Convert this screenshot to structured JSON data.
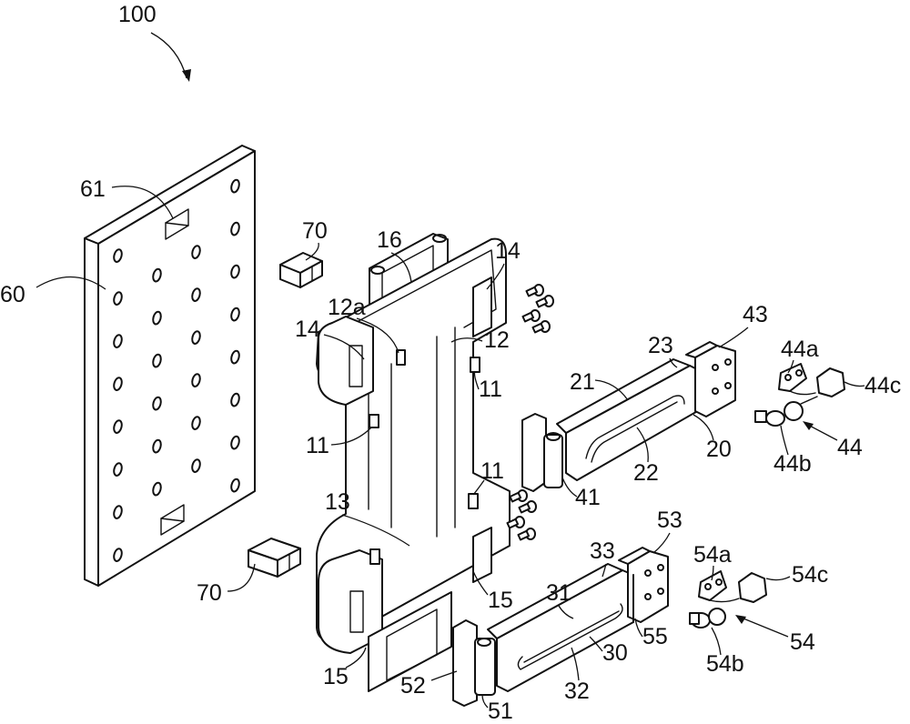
{
  "figure": {
    "title": "Exploded isometric view of assembly",
    "labels": {
      "l100": "100",
      "l61": "61",
      "l60": "60",
      "l70a": "70",
      "l70b": "70",
      "l16": "16",
      "l14a": "14",
      "l14b": "14",
      "l12a": "12a",
      "l12": "12",
      "l11a": "11",
      "l11b": "11",
      "l11c": "11",
      "l13": "13",
      "l15a": "15",
      "l15b": "15",
      "l43": "43",
      "l23": "23",
      "l21": "21",
      "l22": "22",
      "l20": "20",
      "l41": "41",
      "l44a": "44a",
      "l44b": "44b",
      "l44c": "44c",
      "l44": "44",
      "l53": "53",
      "l33": "33",
      "l31": "31",
      "l32": "32",
      "l30": "30",
      "l55": "55",
      "l51": "51",
      "l52": "52",
      "l54a": "54a",
      "l54b": "54b",
      "l54c": "54c",
      "l54": "54"
    },
    "components": [
      {
        "id": "60",
        "name": "perforated-plate"
      },
      {
        "id": "70",
        "name": "block"
      },
      {
        "id": "100",
        "name": "assembly"
      },
      {
        "id": "20",
        "name": "upper-arm"
      },
      {
        "id": "30",
        "name": "lower-arm"
      },
      {
        "id": "44",
        "name": "upper-hinge-module"
      },
      {
        "id": "54",
        "name": "lower-hinge-module"
      }
    ]
  }
}
